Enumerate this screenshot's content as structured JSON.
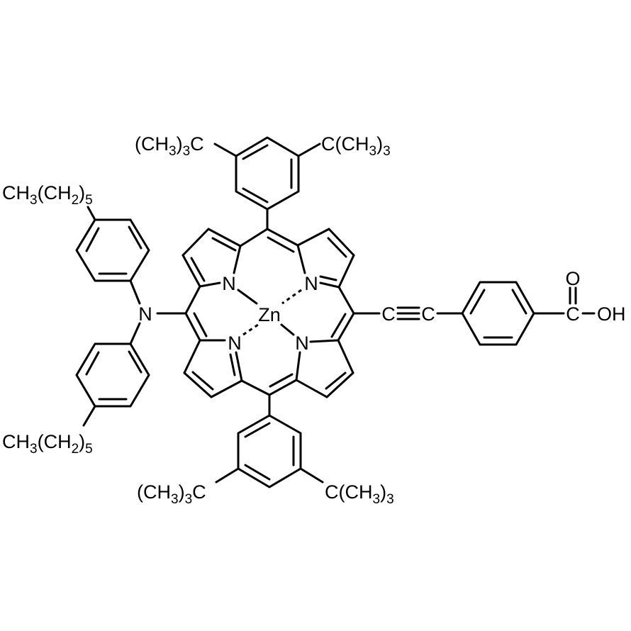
{
  "figure": {
    "type": "chemical-structure",
    "compound_class": "zinc porphyrin",
    "background": "#ffffff",
    "line_color": "#000000"
  },
  "labels": {
    "metal": "Zn",
    "pyrrole_n_top_left": "N",
    "pyrrole_n_top_right": "N",
    "pyrrole_n_bottom_left": "N",
    "pyrrole_n_bottom_right": "N",
    "amine_n": "N",
    "tbu_top_left": {
      "pre": "(CH",
      "s1": "3",
      "mid": ")",
      "s2": "3",
      "post": "C"
    },
    "tbu_top_right": {
      "pre": "C(CH",
      "s1": "3",
      "mid": ")",
      "s2": "3"
    },
    "tbu_bottom_left": {
      "pre": "(CH",
      "s1": "3",
      "mid": ")",
      "s2": "3",
      "post": "C"
    },
    "tbu_bottom_right": {
      "pre": "C(CH",
      "s1": "3",
      "mid": ")",
      "s2": "3"
    },
    "hexyl_top": {
      "pre": "CH",
      "s1": "3",
      "mid": "(CH",
      "s2": "2",
      "post": ")",
      "s3": "5"
    },
    "hexyl_bottom": {
      "pre": "CH",
      "s1": "3",
      "mid": "(CH",
      "s2": "2",
      "post": ")",
      "s3": "5"
    },
    "alkyne_c1": "C",
    "alkyne_c2": "C",
    "carboxyl_c": "C",
    "carboxyl_o": "O",
    "carboxyl_oh": "OH"
  },
  "substituents": {
    "meso_top": "3,5-di-tert-butylphenyl",
    "meso_bottom": "3,5-di-tert-butylphenyl",
    "meso_left": "bis(4-hexylphenyl)amino",
    "meso_right": "4-carboxyphenylethynyl"
  }
}
